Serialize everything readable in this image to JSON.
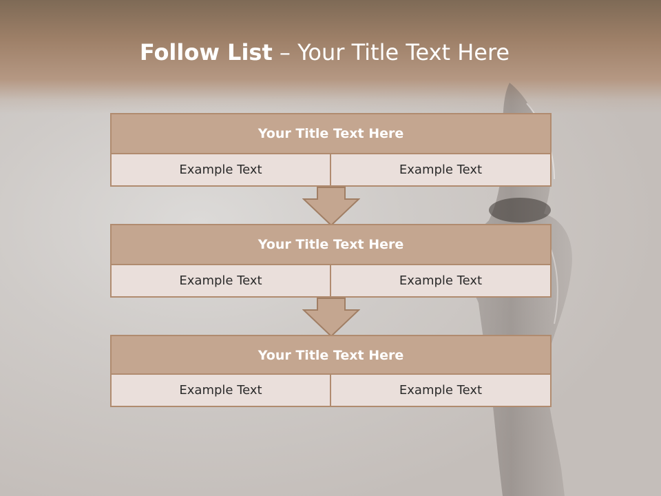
{
  "slide": {
    "title_bold": "Follow List",
    "title_dash": "–",
    "title_rest": "Your Title Text Here"
  },
  "blocks": [
    {
      "title": "Your Title Text Here",
      "left": "Example Text",
      "right": "Example Text"
    },
    {
      "title": "Your Title Text Here",
      "left": "Example Text",
      "right": "Example Text"
    },
    {
      "title": "Your Title Text Here",
      "left": "Example Text",
      "right": "Example Text"
    }
  ],
  "colors": {
    "header": "#9e8068",
    "title_box": "#c4a690",
    "cell": "#eadfdb",
    "border": "#b08b6f",
    "arrow": "#c4a690"
  }
}
